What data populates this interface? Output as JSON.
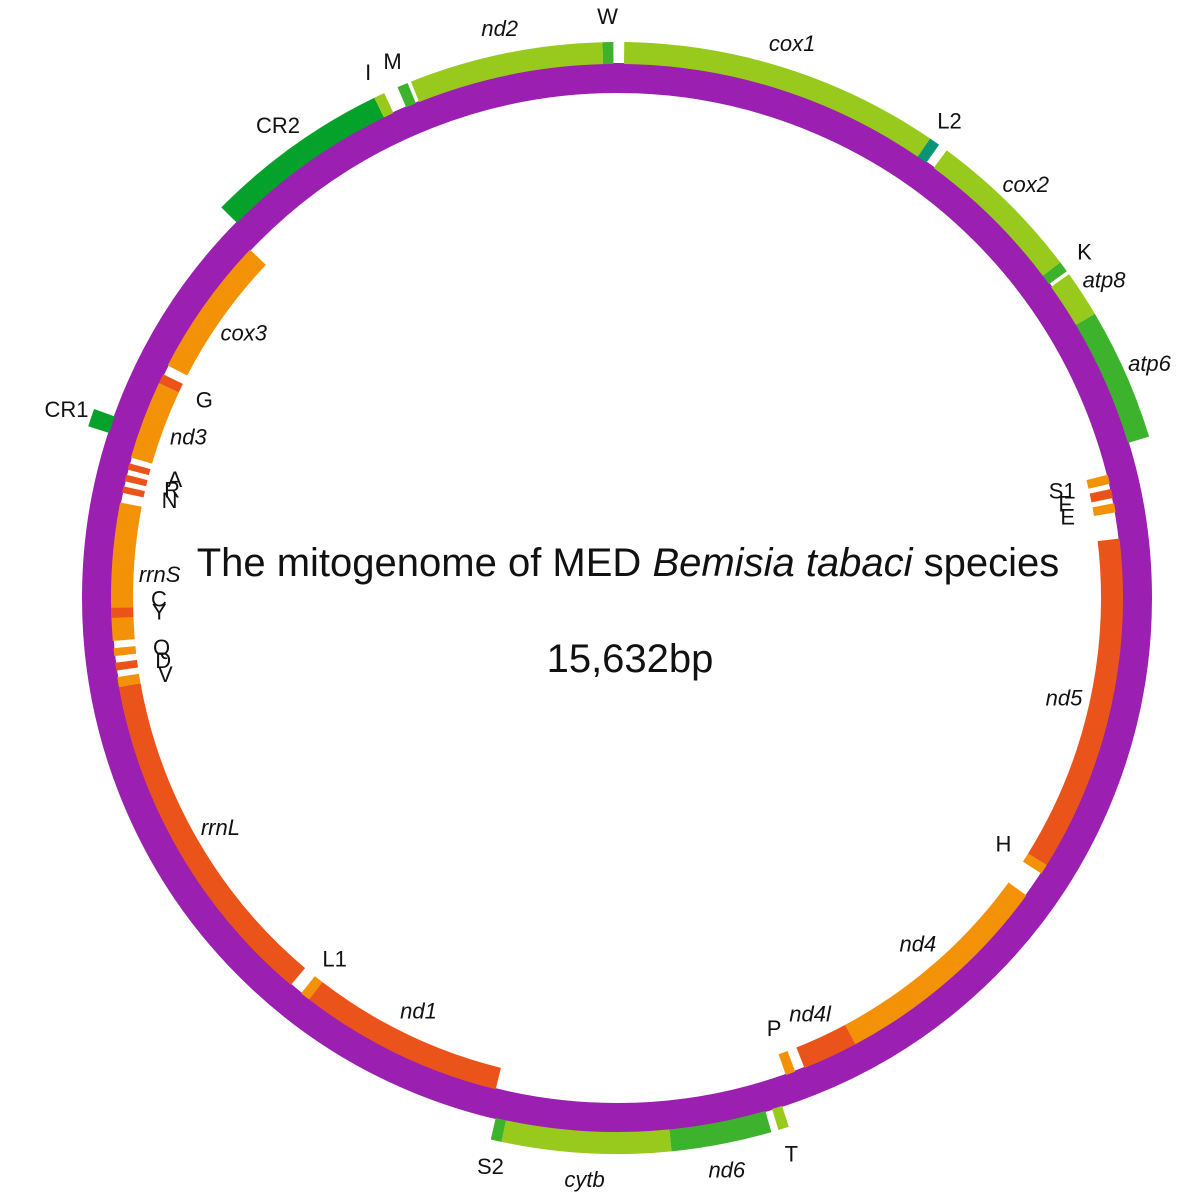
{
  "title": {
    "prefix": "The mitogenome of MED ",
    "species": "Bemisia tabaci",
    "suffix": " species"
  },
  "size": "15,632bp",
  "colors": {
    "backbone": "#9b1fb0",
    "dark_green": "#04a22a",
    "mid_green": "#3db22c",
    "yellow_green": "#98c91d",
    "orange": "#f39207",
    "red_orange": "#ea541b",
    "teal": "#099476"
  },
  "features": [
    {
      "name": "cox1",
      "italic": true,
      "start": 1.0,
      "end": 45.7,
      "color": "yellow_green",
      "track": "outer"
    },
    {
      "name": "L2",
      "italic": false,
      "start": 45.7,
      "end": 47.2,
      "color": "teal",
      "track": "outer"
    },
    {
      "name": "cox2",
      "italic": true,
      "start": 48.5,
      "end": 70.5,
      "color": "yellow_green",
      "track": "outer"
    },
    {
      "name": "K",
      "italic": false,
      "start": 70.5,
      "end": 72.0,
      "color": "mid_green",
      "track": "outer"
    },
    {
      "name": "atp8",
      "italic": true,
      "start": 72.5,
      "end": 79.0,
      "color": "yellow_green",
      "track": "outer"
    },
    {
      "name": "atp6",
      "italic": true,
      "start": 79.0,
      "end": 97.5,
      "color": "mid_green",
      "track": "outer"
    },
    {
      "name": "S1",
      "italic": false,
      "start": 101.2,
      "end": 102.6,
      "color": "orange",
      "track": "inner"
    },
    {
      "name": "F",
      "italic": false,
      "start": 103.4,
      "end": 104.8,
      "color": "red_orange",
      "track": "inner"
    },
    {
      "name": "E",
      "italic": false,
      "start": 105.6,
      "end": 107.0,
      "color": "orange",
      "track": "inner"
    },
    {
      "name": "nd5",
      "italic": true,
      "start": 111.0,
      "end": 162.5,
      "color": "red_orange",
      "track": "inner"
    },
    {
      "name": "H",
      "italic": false,
      "start": 162.5,
      "end": 164.0,
      "color": "orange",
      "track": "inner"
    },
    {
      "name": "nd4",
      "italic": true,
      "start": 168.0,
      "end": 202.5,
      "color": "orange",
      "track": "inner"
    },
    {
      "name": "nd4l",
      "italic": true,
      "start": 202.5,
      "end": 211.0,
      "color": "red_orange",
      "track": "inner"
    },
    {
      "name": "P",
      "italic": false,
      "start": 212.5,
      "end": 214.0,
      "color": "orange",
      "track": "inner"
    },
    {
      "name": "T",
      "italic": false,
      "start": 216.0,
      "end": 217.5,
      "color": "yellow_green",
      "track": "outer"
    },
    {
      "name": "nd6",
      "italic": true,
      "start": 218.5,
      "end": 232.5,
      "color": "mid_green",
      "track": "outer"
    },
    {
      "name": "cytb",
      "italic": true,
      "start": 232.5,
      "end": 256.0,
      "color": "yellow_green",
      "track": "outer"
    },
    {
      "name": "S2",
      "italic": false,
      "start": 256.0,
      "end": 257.5,
      "color": "mid_green",
      "track": "outer"
    },
    {
      "name": "nd1",
      "italic": true,
      "start": 258.5,
      "end": 290.0,
      "color": "red_orange",
      "track": "inner"
    },
    {
      "name": "L1",
      "italic": false,
      "start": 290.0,
      "end": 291.5,
      "color": "orange",
      "track": "inner"
    },
    {
      "name": "rrnL",
      "italic": true,
      "start": 293.5,
      "end": 346.5,
      "color": "red_orange",
      "track": "inner"
    },
    {
      "name": "V",
      "italic": false,
      "start": 346.5,
      "end": 348.0,
      "color": "orange",
      "track": "inner"
    },
    {
      "name": "D",
      "italic": false,
      "start": 349.0,
      "end": 350.2,
      "color": "red_orange",
      "track": "inner"
    },
    {
      "name": "Q",
      "italic": false,
      "start": 351.2,
      "end": 352.4,
      "color": "orange",
      "track": "inner"
    },
    {
      "name": "rrnS",
      "italic": true,
      "start": 353.5,
      "end": 374.5,
      "color": "orange",
      "track": "inner"
    },
    {
      "name": "N",
      "italic": false,
      "start": 376.0,
      "end": 377.0,
      "color": "red_orange",
      "track": "inner"
    },
    {
      "name": "R",
      "italic": false,
      "start": 377.8,
      "end": 378.8,
      "color": "red_orange",
      "track": "inner"
    },
    {
      "name": "A",
      "italic": false,
      "start": 379.6,
      "end": 380.6,
      "color": "red_orange",
      "track": "inner"
    },
    {
      "name": "nd3",
      "italic": true,
      "start": 381.5,
      "end": 393.5,
      "color": "orange",
      "track": "inner"
    },
    {
      "name": "G",
      "italic": false,
      "start": 393.5,
      "end": 395.0,
      "color": "red_orange",
      "track": "inner"
    },
    {
      "name": "cox3",
      "italic": true,
      "start": 396.5,
      "end": 418.0,
      "color": "orange",
      "track": "inner"
    },
    {
      "name": "CR1",
      "italic": false,
      "start": 384.0,
      "end": 386.5,
      "color": "dark_green",
      "track": "outer"
    },
    {
      "name": "CR2",
      "italic": false,
      "start": 419.5,
      "end": 445.5,
      "color": "dark_green",
      "track": "outer"
    },
    {
      "name": "I",
      "italic": false,
      "start": 445.5,
      "end": 447.0,
      "color": "yellow_green",
      "track": "outer"
    },
    {
      "name": "M",
      "italic": false,
      "start": 449.0,
      "end": 450.5,
      "color": "mid_green",
      "track": "outer"
    },
    {
      "name": "nd2",
      "italic": true,
      "start": 451.0,
      "end": 478.0,
      "color": "yellow_green",
      "track": "outer"
    },
    {
      "name": "W",
      "italic": false,
      "start": 478.0,
      "end": 479.5,
      "color": "mid_green",
      "track": "outer"
    },
    {
      "name": "Y",
      "italic": false,
      "start": 357.0,
      "end": 358.5,
      "color": "red_orange",
      "track": "inner"
    },
    {
      "name": "C",
      "italic": false,
      "start": 359.2,
      "end": 360.7,
      "color": "orange",
      "track": "inner"
    }
  ]
}
